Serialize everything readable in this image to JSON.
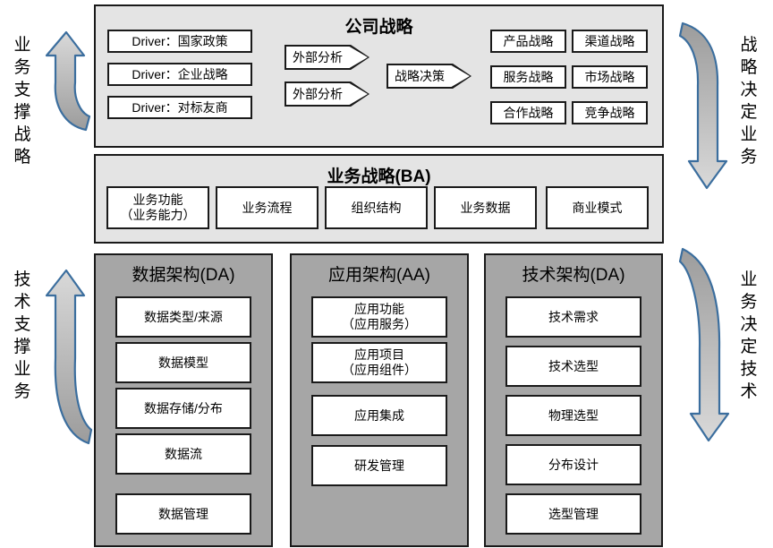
{
  "side_labels": {
    "left_top": {
      "text": "业务支撑战略",
      "chars": [
        "业",
        "务",
        "支",
        "撑",
        "战",
        "略"
      ]
    },
    "left_bottom": {
      "text": "技术支撑业务",
      "chars": [
        "技",
        "术",
        "支",
        "撑",
        "业",
        "务"
      ]
    },
    "right_top": {
      "text": "战略决定业务",
      "chars": [
        "战",
        "略",
        "决",
        "定",
        "业",
        "务"
      ]
    },
    "right_bottom": {
      "text": "业务决定技术",
      "chars": [
        "业",
        "务",
        "决",
        "定",
        "技",
        "术"
      ]
    }
  },
  "company_strategy": {
    "title": "公司战略",
    "drivers": [
      "Driver：国家政策",
      "Driver：企业战略",
      "Driver：对标友商"
    ],
    "analysis_steps": [
      "外部分析",
      "外部分析"
    ],
    "decision_step": "战略决策",
    "outputs": [
      "产品战略",
      "渠道战略",
      "服务战略",
      "市场战略",
      "合作战略",
      "竞争战略"
    ]
  },
  "business_strategy": {
    "title": "业务战略(BA)",
    "items": [
      "业务功能\n（业务能力）",
      "业务流程",
      "组织结构",
      "业务数据",
      "商业模式"
    ]
  },
  "architecture_columns": [
    {
      "title": "数据架构(DA)",
      "items": [
        "数据类型/来源",
        "数据模型",
        "数据存储/分布",
        "数据流",
        "数据管理"
      ]
    },
    {
      "title": "应用架构(AA)",
      "items": [
        "应用功能\n（应用服务）",
        "应用项目\n（应用组件）",
        "应用集成",
        "研发管理"
      ]
    },
    {
      "title": "技术架构(DA)",
      "items": [
        "技术需求",
        "技术选型",
        "物理选型",
        "分布设计",
        "选型管理"
      ]
    }
  ],
  "colors": {
    "panel_light": "#E4E4E4",
    "panel_gray": "#A6A6A6",
    "box_white": "#FFFFFF",
    "border_dark": "#1A1A1A",
    "arrow_fill": "#BFBFBF",
    "arrow_stroke": "#3B6E9E"
  }
}
